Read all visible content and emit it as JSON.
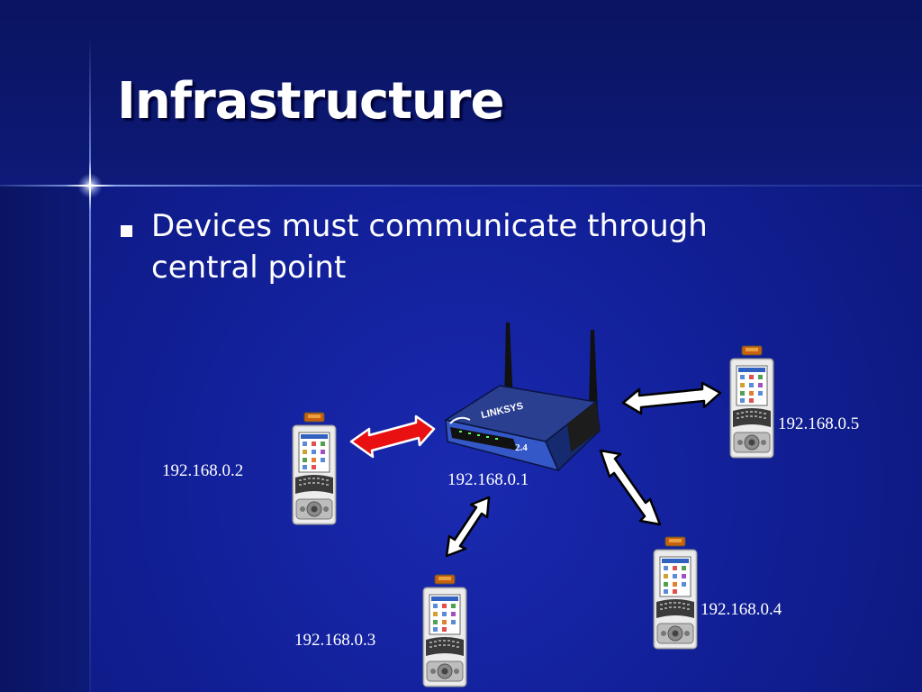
{
  "slide": {
    "title": "Infrastructure",
    "bullets": [
      "Devices must communicate through central point"
    ]
  },
  "diagram": {
    "router": {
      "label": "192.168.0.1",
      "brand": "LINKSYS",
      "badge": "2.4"
    },
    "devices": [
      {
        "id": "pda-2",
        "label": "192.168.0.2"
      },
      {
        "id": "pda-3",
        "label": "192.168.0.3"
      },
      {
        "id": "pda-4",
        "label": "192.168.0.4"
      },
      {
        "id": "pda-5",
        "label": "192.168.0.5"
      }
    ],
    "links": [
      {
        "to": "pda-2",
        "color": "#e81010"
      },
      {
        "to": "pda-3",
        "color": "#ffffff"
      },
      {
        "to": "pda-4",
        "color": "#ffffff"
      },
      {
        "to": "pda-5",
        "color": "#ffffff"
      }
    ]
  },
  "colors": {
    "background": "#12209a",
    "text": "#ffffff",
    "active_link": "#e81010",
    "idle_link": "#ffffff"
  }
}
